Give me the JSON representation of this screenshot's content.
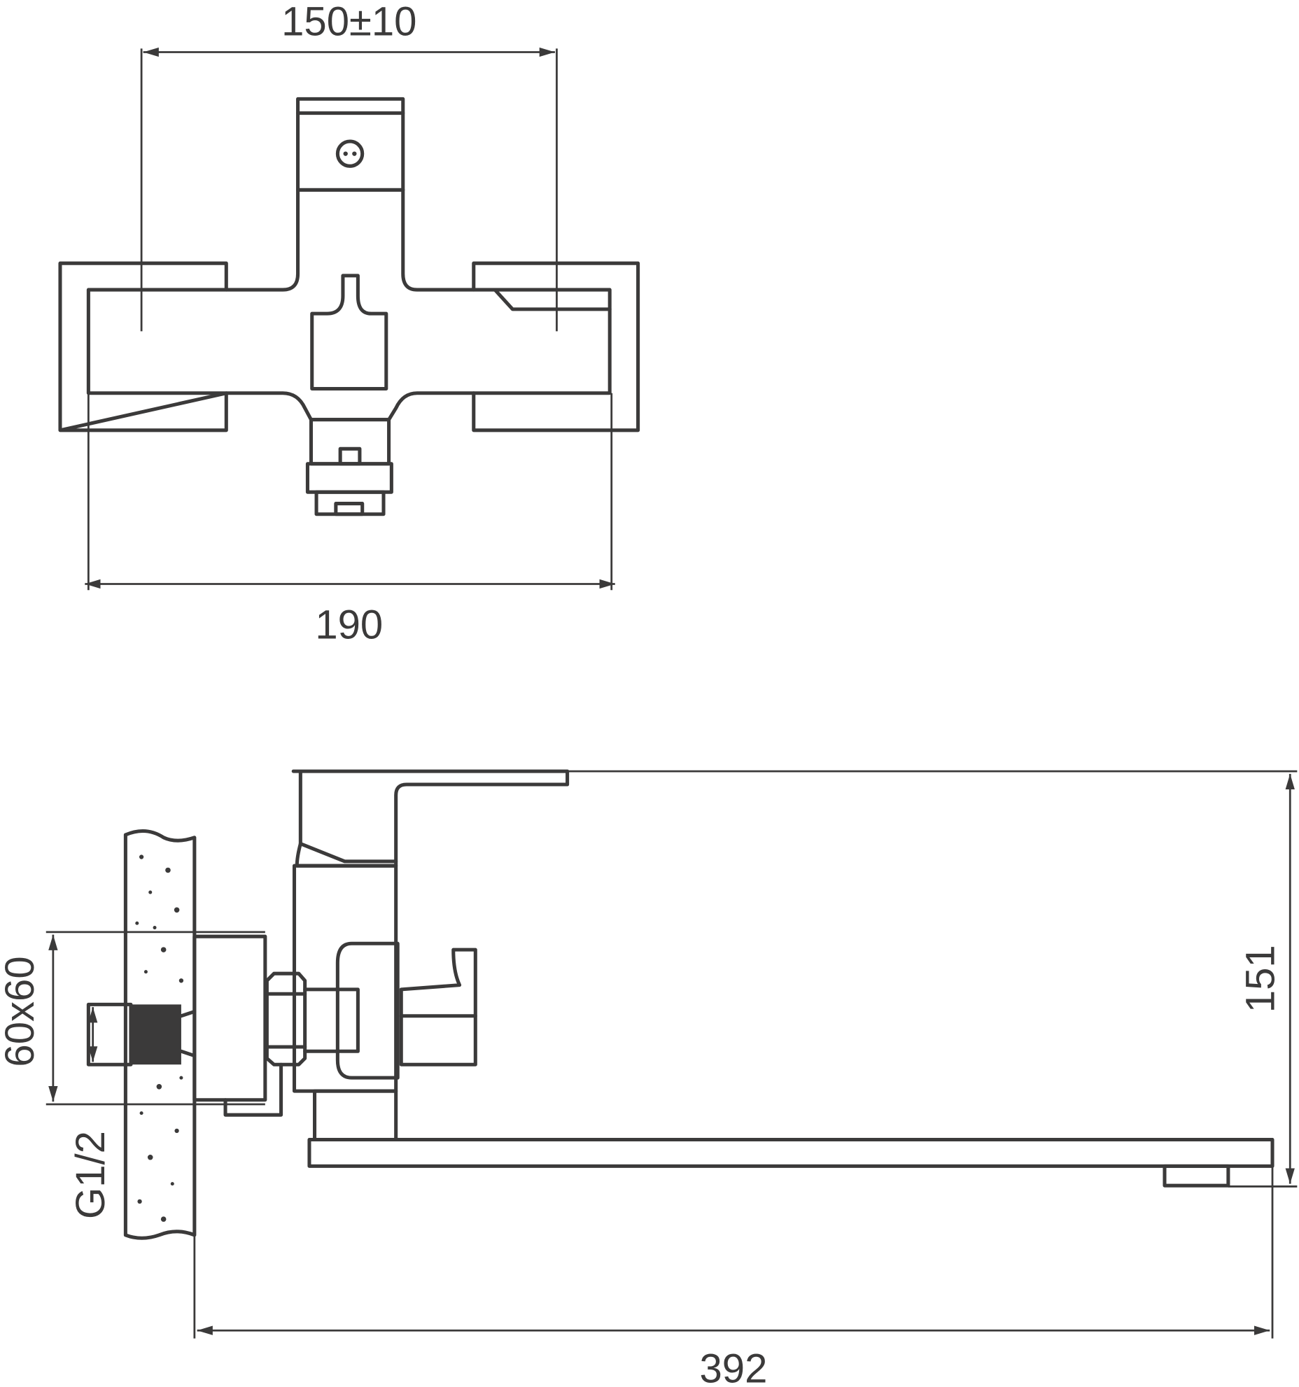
{
  "drawing": {
    "top_view": {
      "dimension_centers": "150±10",
      "dimension_width": "190"
    },
    "side_view": {
      "dimension_flange": "60x60",
      "dimension_thread": "G1/2",
      "dimension_height": "151",
      "dimension_length": "392"
    },
    "colors": {
      "line": "#3b3a3a",
      "background": "#ffffff"
    }
  }
}
